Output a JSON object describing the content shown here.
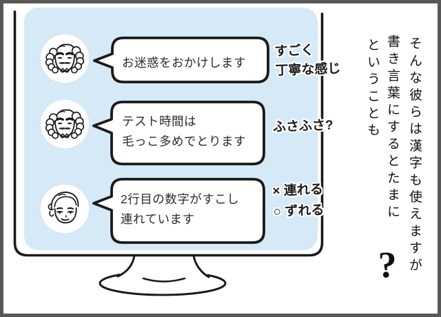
{
  "panel": {
    "border_color": "#585858",
    "screen_color": "#d5e9f7",
    "ink_color": "#1a1a1a"
  },
  "chat": {
    "messages": [
      {
        "avatar": "bearded-man",
        "lines": [
          "お迷惑をおかけします",
          ""
        ]
      },
      {
        "avatar": "bearded-man",
        "lines": [
          "テスト時間は",
          "毛っこ多めでとります"
        ]
      },
      {
        "avatar": "young-man",
        "lines": [
          "2行目の数字がすこし",
          "連れています"
        ]
      }
    ]
  },
  "annotations": [
    {
      "lines": [
        "すごく",
        "丁寧な感じ"
      ]
    },
    {
      "lines": [
        "ふさふさ?",
        ""
      ]
    },
    {
      "lines": [
        "× 連れる",
        "○ ずれる"
      ]
    }
  ],
  "narration": {
    "columns": [
      "そんな彼らは漢字も使えますが",
      "書き言葉にするとたまに",
      "ということも"
    ],
    "question_mark": "?"
  }
}
